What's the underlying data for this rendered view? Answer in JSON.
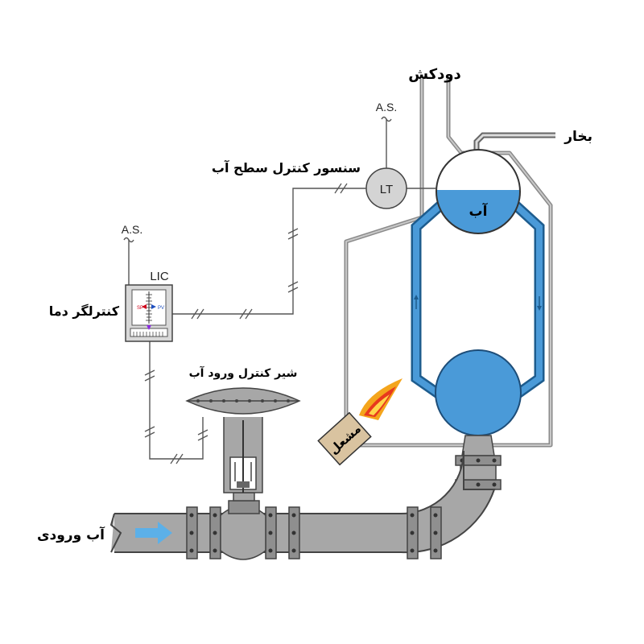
{
  "labels": {
    "chimney": "دودکش",
    "steam": "بخار",
    "water": "آب",
    "level_sensor": "سنسور کنترل سطح آب",
    "controller": "کنترلگر دما",
    "valve": "شیر کنترل ورود آب",
    "burner": "مشعل",
    "inlet_water": "آب ورودی"
  },
  "instruments": {
    "lt": "LT",
    "lic": "LIC",
    "air_supply": "A.S.",
    "setpoint": "SP",
    "process_var": "PV"
  },
  "colors": {
    "water": "#4a9ad8",
    "steel": "#a7a7a7",
    "flame": "#f4a51c",
    "burner": "#d9c3a0"
  }
}
